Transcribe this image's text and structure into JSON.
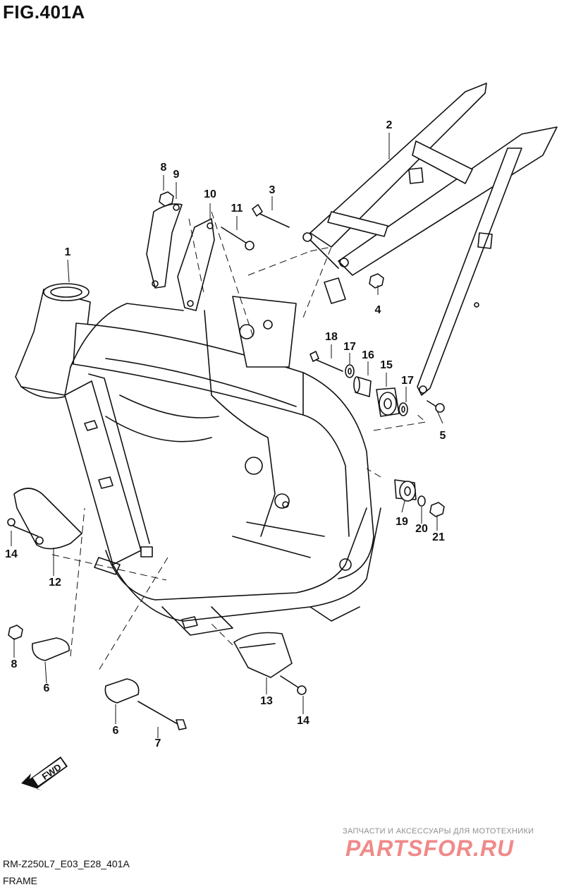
{
  "figure": {
    "title": "FIG.401A",
    "code": "RM-Z250L7_E03_E28_401A",
    "name": "FRAME",
    "fwd_label": "FWD"
  },
  "watermark": {
    "line1": "ЗАПЧАСТИ И АКСЕССУАРЫ ДЛЯ МОТОТЕХНИКИ",
    "logo": "PARTSFOR.RU"
  },
  "part_numbers": [
    {
      "id": "p1",
      "label": "1"
    },
    {
      "id": "p2",
      "label": "2"
    },
    {
      "id": "p3",
      "label": "3"
    },
    {
      "id": "p4",
      "label": "4"
    },
    {
      "id": "p5",
      "label": "5"
    },
    {
      "id": "p6a",
      "label": "6"
    },
    {
      "id": "p6b",
      "label": "6"
    },
    {
      "id": "p7",
      "label": "7"
    },
    {
      "id": "p8a",
      "label": "8"
    },
    {
      "id": "p8b",
      "label": "8"
    },
    {
      "id": "p9",
      "label": "9"
    },
    {
      "id": "p10",
      "label": "10"
    },
    {
      "id": "p11",
      "label": "11"
    },
    {
      "id": "p12",
      "label": "12"
    },
    {
      "id": "p13",
      "label": "13"
    },
    {
      "id": "p14a",
      "label": "14"
    },
    {
      "id": "p14b",
      "label": "14"
    },
    {
      "id": "p15",
      "label": "15"
    },
    {
      "id": "p16",
      "label": "16"
    },
    {
      "id": "p17a",
      "label": "17"
    },
    {
      "id": "p17b",
      "label": "17"
    },
    {
      "id": "p18",
      "label": "18"
    },
    {
      "id": "p19",
      "label": "19"
    },
    {
      "id": "p20",
      "label": "20"
    },
    {
      "id": "p21",
      "label": "21"
    }
  ]
}
